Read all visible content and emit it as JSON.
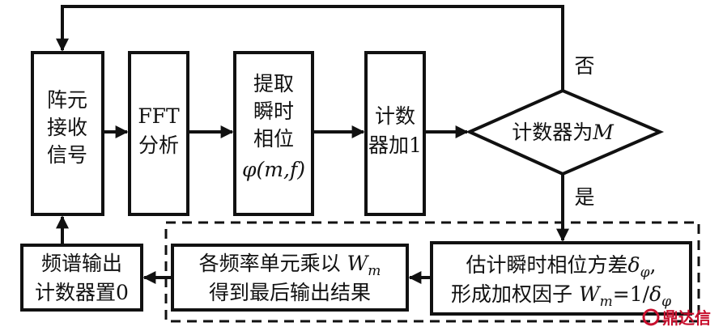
{
  "nodes": {
    "receive": [
      "阵元",
      "接收",
      "信号"
    ],
    "fft": [
      "FFT",
      "分析"
    ],
    "phase": {
      "line1": "提取",
      "line2": "瞬时",
      "line3": "相位",
      "line4": "φ(m,f)"
    },
    "counter_inc": [
      "计数",
      "器加1"
    ],
    "decision": {
      "text": "计数器为",
      "var": "M"
    },
    "estimate": {
      "line1": "估计瞬时相位方差",
      "line1_sym": "δ",
      "line1_sub": "φ",
      "line1_end": ",",
      "line2": "形成加权因子 ",
      "line2_var": "W",
      "line2_sub": "m",
      "line2_eq": "=1/",
      "line2_sym": "δ",
      "line2_sub2": "φ"
    },
    "multiply": {
      "line1": "各频率单元乘以 ",
      "var": "W",
      "sub": "m",
      "line2": "得到最后输出结果"
    },
    "output": [
      "频谱输出",
      "计数器置0"
    ]
  },
  "edge_labels": {
    "no": "否",
    "yes": "是"
  },
  "watermark": {
    "text": "鼎达信"
  },
  "colors": {
    "stroke": "#111111",
    "background": "#ffffff",
    "watermark": "#c8102e"
  }
}
